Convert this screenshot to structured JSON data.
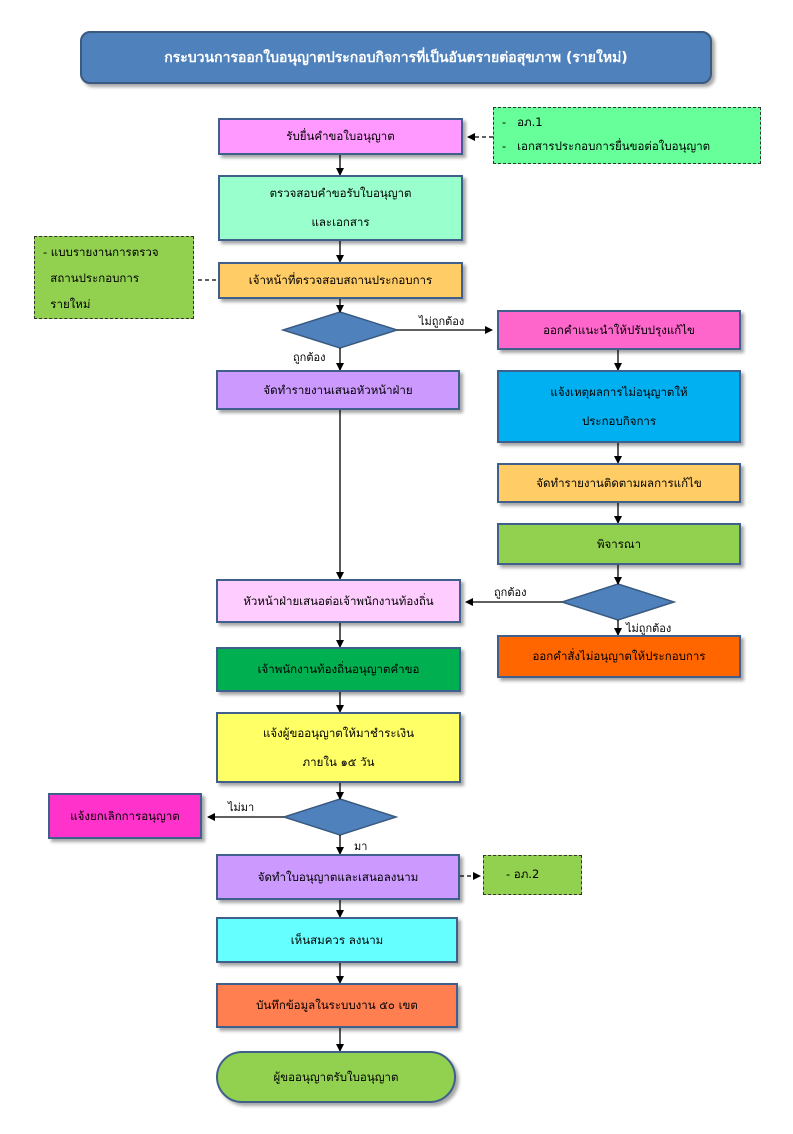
{
  "title": "กระบวนการออกใบอนุญาตประกอบกิจการที่เป็นอันตรายต่อสุขภาพ (รายใหม่)",
  "nodes": {
    "receive": {
      "lines": [
        "รับยื่นคำขอใบอนุญาต"
      ],
      "color": "#ff99ff"
    },
    "check_docs": {
      "lines": [
        "ตรวจสอบคำขอรับใบอนุญาต",
        "และเอกสาร"
      ],
      "color": "#99ffcc"
    },
    "inspect": {
      "lines": [
        "เจ้าหน้าที่ตรวจสอบสถานประกอบการ"
      ],
      "color": "#ffcc66"
    },
    "report_head": {
      "lines": [
        "จัดทำรายงานเสนอหัวหน้าฝ่าย"
      ],
      "color": "#cc99ff"
    },
    "advise": {
      "lines": [
        "ออกคำแนะนำให้ปรับปรุงแก้ไข"
      ],
      "color": "#ff66cc"
    },
    "notify_reason": {
      "lines": [
        "แจ้งเหตุผลการไม่อนุญาตให้",
        "ประกอบกิจการ"
      ],
      "color": "#00b0f0"
    },
    "follow_report": {
      "lines": [
        "จัดทำรายงานติดตามผลการแก้ไข"
      ],
      "color": "#ffcc66"
    },
    "consider": {
      "lines": [
        "พิจารณา"
      ],
      "color": "#92d050"
    },
    "head_propose": {
      "lines": [
        "หัวหน้าฝ่ายเสนอต่อเจ้าพนักงานท้องถิ่น"
      ],
      "color": "#ffccff"
    },
    "deny_order": {
      "lines": [
        "ออกคำสั่งไม่อนุญาตให้ประกอบการ"
      ],
      "color": "#ff6600"
    },
    "officer_approve": {
      "lines": [
        "เจ้าพนักงานท้องถิ่นอนุญาตคำขอ"
      ],
      "color": "#00b050"
    },
    "notify_pay": {
      "lines": [
        "แจ้งผู้ขออนุญาตให้มาชำระเงิน",
        "ภายใน ๑๕ วัน"
      ],
      "color": "#ffff66"
    },
    "cancel": {
      "lines": [
        "แจ้งยกเลิกการอนุญาต"
      ],
      "color": "#ff33cc"
    },
    "make_license": {
      "lines": [
        "จัดทำใบอนุญาตและเสนอลงนาม"
      ],
      "color": "#cc99ff"
    },
    "sign": {
      "lines": [
        "เห็นสมควร ลงนาม"
      ],
      "color": "#66ffff"
    },
    "record": {
      "lines": [
        "บันทึกข้อมูลในระบบงาน ๕๐ เขต"
      ],
      "color": "#ff7f50"
    },
    "receive_license": {
      "lines": [
        "ผู้ขออนุญาตรับใบอนุญาต"
      ],
      "color": "#92d050"
    }
  },
  "notes": {
    "forms": {
      "lines": [
        "-   อภ.1",
        "-   เอกสารประกอบการยื่นขอต่อใบอนุญาต"
      ],
      "color": "#66ff99"
    },
    "survey": {
      "lines": [
        "- แบบรายงานการตรวจ",
        "  สถานประกอบการ",
        "  รายใหม่"
      ],
      "color": "#92d050"
    },
    "form2": {
      "lines": [
        "- อภ.2"
      ],
      "color": "#92d050"
    }
  },
  "decisions": {
    "d1": {
      "color": "#4f81bd"
    },
    "d2": {
      "color": "#4f81bd"
    },
    "d3": {
      "color": "#4f81bd"
    }
  },
  "labels": {
    "d1_no": "ไม่ถูกต้อง",
    "d1_yes": "ถูกต้อง",
    "d2_yes": "ถูกต้อง",
    "d2_no": "ไม่ถูกต้อง",
    "d3_no": "ไม่มา",
    "d3_yes": "มา"
  }
}
